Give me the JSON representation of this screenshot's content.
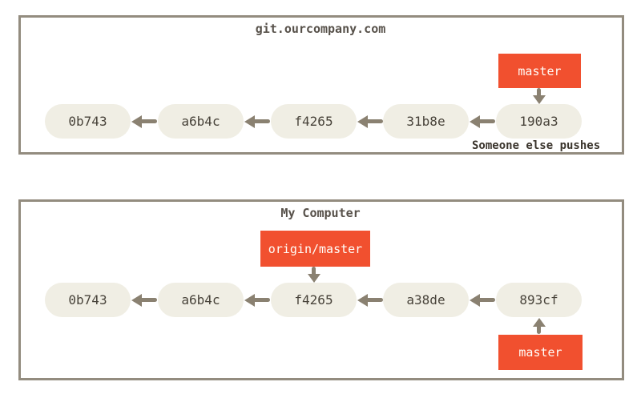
{
  "colors": {
    "background": "#ffffff",
    "box_border": "#938c7f",
    "commit_fill": "#f0eee4",
    "commit_text": "#48433a",
    "arrow": "#8a8171",
    "branch_label_fill": "#f1502f",
    "branch_label_text": "#fffdf8",
    "title_text": "#57514a",
    "annotation_text": "#3a342c"
  },
  "remote": {
    "title": "git.ourcompany.com",
    "branch_label": "master",
    "commits": [
      "0b743",
      "a6b4c",
      "f4265",
      "31b8e",
      "190a3"
    ],
    "annotation": "Someone else pushes"
  },
  "local": {
    "title": "My Computer",
    "remote_tracking_label": "origin/master",
    "branch_label": "master",
    "commits": [
      "0b743",
      "a6b4c",
      "f4265",
      "a38de",
      "893cf"
    ]
  }
}
